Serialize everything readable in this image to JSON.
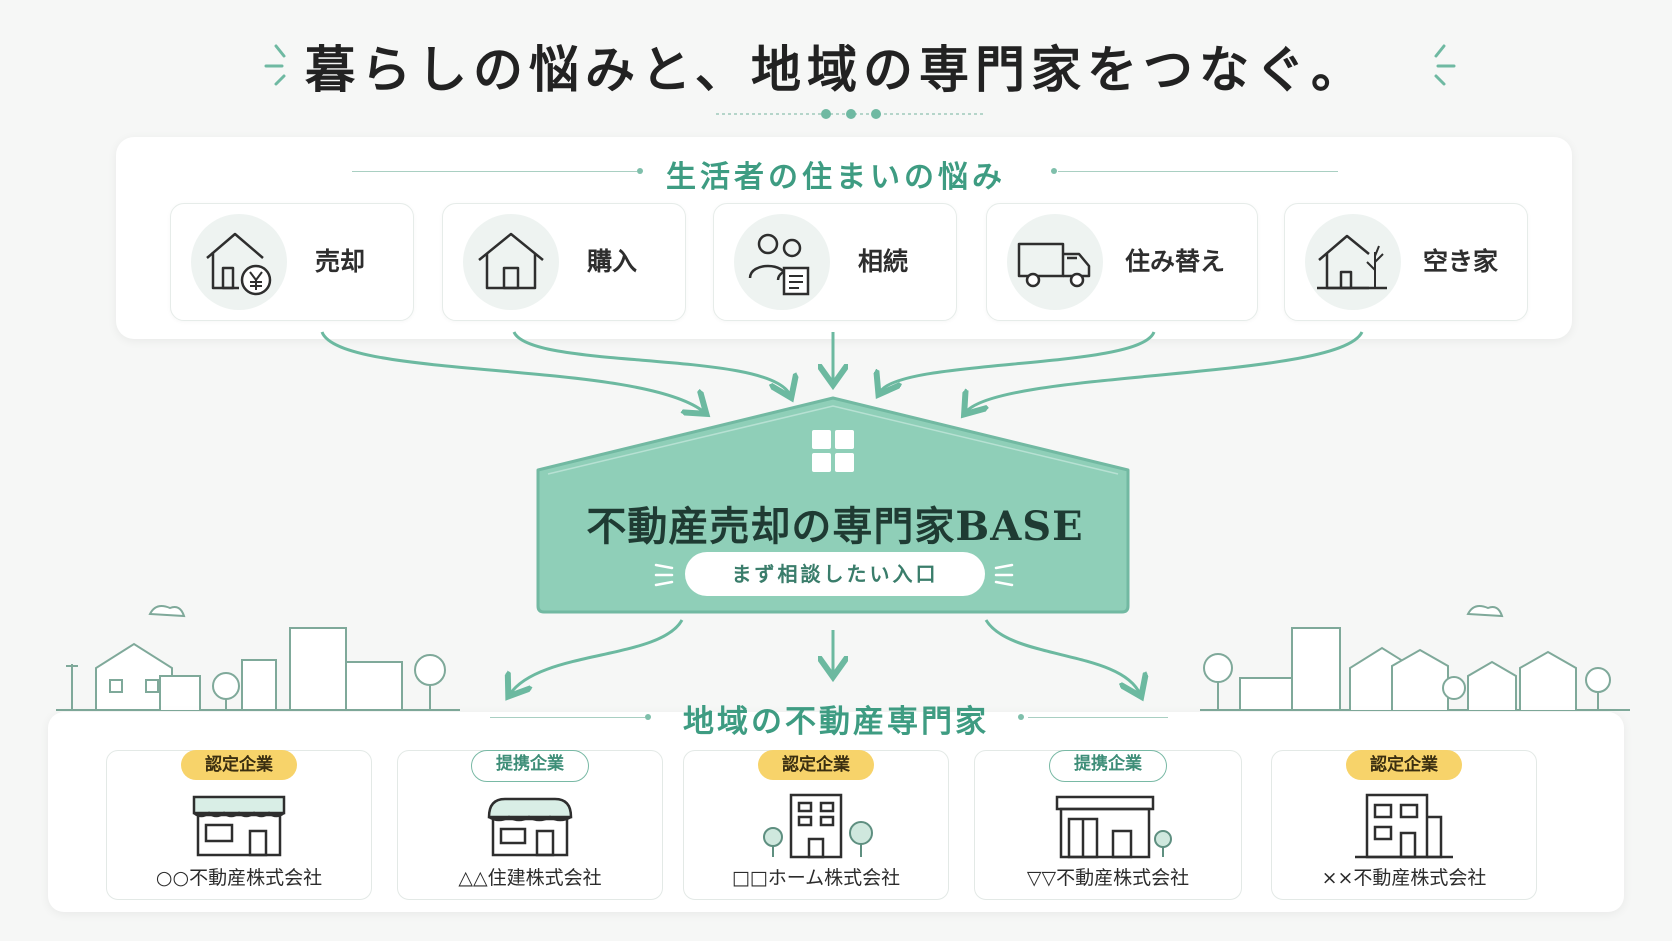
{
  "title": "暮らしの悩みと、地域の専門家をつなぐ。",
  "worries": {
    "heading": "生活者の住まいの悩み",
    "items": [
      {
        "label": "売却",
        "icon": "house-yen-icon"
      },
      {
        "label": "購入",
        "icon": "house-icon"
      },
      {
        "label": "相続",
        "icon": "people-document-icon"
      },
      {
        "label": "住み替え",
        "icon": "truck-icon"
      },
      {
        "label": "空き家",
        "icon": "empty-house-icon"
      }
    ]
  },
  "hub": {
    "title": "不動産売却の専門家BASE",
    "subtitle": "まず相談したい入口",
    "icon": "window-grid-icon"
  },
  "experts": {
    "heading": "地域の不動産専門家",
    "companies": [
      {
        "badge": "認定企業",
        "badge_type": "certified",
        "name": "○○不動産株式会社",
        "icon": "storefront-awning-icon"
      },
      {
        "badge": "提携企業",
        "badge_type": "partner",
        "name": "△△住建株式会社",
        "icon": "shop-icon"
      },
      {
        "badge": "認定企業",
        "badge_type": "certified",
        "name": "□□ホーム株式会社",
        "icon": "office-building-icon"
      },
      {
        "badge": "提携企業",
        "badge_type": "partner",
        "name": "▽▽不動産株式会社",
        "icon": "store-shutter-icon"
      },
      {
        "badge": "認定企業",
        "badge_type": "certified",
        "name": "××不動産株式会社",
        "icon": "apartment-icon"
      }
    ]
  },
  "colors": {
    "accent": "#3e9c82",
    "hub_fill": "#8fcfb8",
    "certified_badge": "#f7d36a",
    "background": "#f6f7f6"
  }
}
